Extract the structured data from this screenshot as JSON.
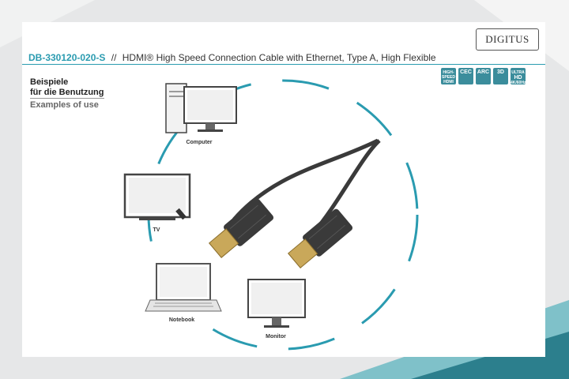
{
  "brand": {
    "logo_text": "DIGITUS"
  },
  "header": {
    "sku": "DB-330120-020-S",
    "separator": "//",
    "description": "HDMI® High Speed Connection Cable with Ethernet, Type A, High Flexible"
  },
  "badges": [
    {
      "name": "high-speed",
      "line1": "HIGH-",
      "line2": "SPEED",
      "line3": "HDMI"
    },
    {
      "name": "cec",
      "line1": "CEC",
      "line2": "",
      "line3": ""
    },
    {
      "name": "arc",
      "line1": "ARC",
      "line2": "",
      "line3": ""
    },
    {
      "name": "3d",
      "line1": "3D",
      "line2": "",
      "line3": ""
    },
    {
      "name": "ultra-hd",
      "line1": "ULTRA",
      "line2": "HD",
      "line3": "4K/60Hz"
    }
  ],
  "usage": {
    "title_de_line1": "Beispiele",
    "title_de_line2": "für die Benutzung",
    "title_en": "Examples of use"
  },
  "devices": {
    "computer": "Computer",
    "tv": "TV",
    "notebook": "Notebook",
    "monitor": "Monitor"
  },
  "colors": {
    "accent": "#2a9bb0",
    "badge": "#3b8d9c",
    "bg_teal_dark": "#2c7f8d",
    "bg_teal_light": "#7fc1c9"
  }
}
